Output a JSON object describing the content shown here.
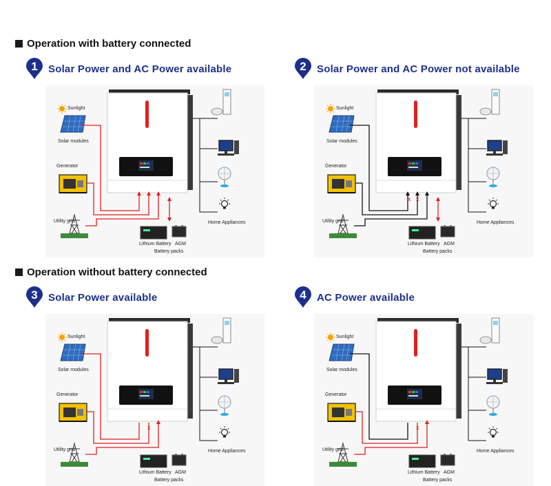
{
  "section1": {
    "title": "Operation with battery connected"
  },
  "section2": {
    "title": "Operation without battery connected"
  },
  "labels": {
    "sunlight": "Sunlight",
    "solar_modules": "Solar modules",
    "generator": "Generator",
    "utility_grid": "Utility grid",
    "lithium_battery": "Lithium Battery",
    "agm": "AGM",
    "battery_packs": "Battery packs",
    "home_appliances": "Home Appliances"
  },
  "panels": [
    {
      "number": "1",
      "title": "Solar Power and AC Power available"
    },
    {
      "number": "2",
      "title": "Solar Power and AC Power not available"
    },
    {
      "number": "3",
      "title": "Solar Power available"
    },
    {
      "number": "4",
      "title": "AC Power available"
    }
  ],
  "colors": {
    "accent_blue": "#1d2f8c",
    "active_line": "#e02020",
    "inactive_line": "#111111",
    "indicator_red": "#e02020"
  }
}
